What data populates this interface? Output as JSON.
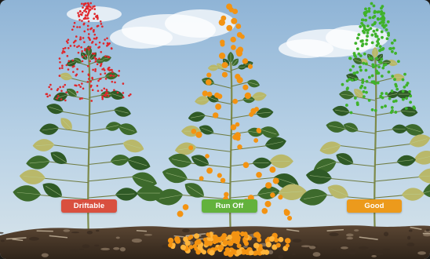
{
  "labels": {
    "driftable": "Driftable",
    "runoff": "Run Off",
    "good": "Good"
  },
  "colors": {
    "driftable": "#d9503f",
    "runoff": "#63b23c",
    "good": "#ec9a1c",
    "droplets_fine": "#e0262b",
    "droplets_large": "#f39312",
    "droplets_medium": "#3fb22a"
  },
  "icons": {
    "plant": "plant-illustration",
    "soil": "soil-ground"
  }
}
